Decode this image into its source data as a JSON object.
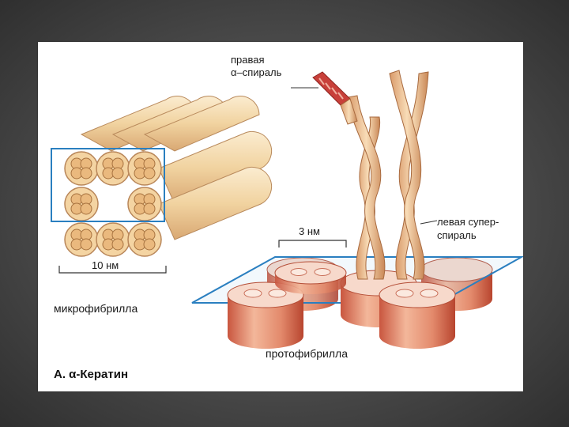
{
  "figure": {
    "caption": "А. α-Кератин",
    "labels": {
      "right_helix_line1": "правая",
      "right_helix_line2": "α–спираль",
      "left_supercoil_line1": "левая супер-",
      "left_supercoil_line2": "спираль",
      "scale_3nm": "3 нм",
      "scale_10nm": "10 нм",
      "microfibril": "микрофибрилла",
      "protofibril": "протофибрилла"
    },
    "colors": {
      "fiber_light": "#f6dfb4",
      "fiber_mid": "#e9c48d",
      "fiber_dark": "#c98a5c",
      "disk_red": "#d9694f",
      "helix_red": "#c8403a",
      "plane_blue": "#2a7fc0"
    }
  }
}
